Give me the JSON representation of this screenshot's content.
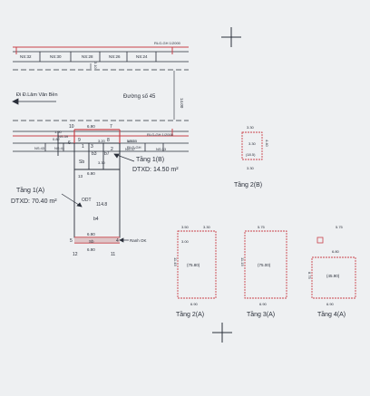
{
  "road_top_labels": [
    "NS:32",
    "NS:30",
    "NS:28",
    "NS:26",
    "NS:24"
  ],
  "rlg_top": "RLG-GH 1/2000",
  "road_width": "14.00",
  "road_side_width": "3.10",
  "street_left": "Đi Đ.Lâm Văn Bền",
  "street_name": "Đường số 45",
  "rlg_mid1": "RLG-GH",
  "rlg_mid2": "RLG-GH 1/2000",
  "row2_labels": [
    "NS:43",
    "NS:41",
    "NS:39",
    "NS:37",
    "NS:35",
    "NS:33"
  ],
  "corner_numbers": {
    "n10": "10",
    "n7": "7",
    "n9": "9",
    "n8": "8",
    "n6": "6",
    "n1": "1",
    "n3": "3",
    "n2": "2",
    "n4": "4",
    "n5": "5",
    "n12": "12",
    "n11": "11",
    "n13": "13"
  },
  "dims": {
    "top_width": "6.90",
    "left_side": "1.00",
    "small_w1": "3.20",
    "small_w2": "3.30",
    "small_left": "0.82",
    "depth_left": "1.00",
    "b7": "b7",
    "b3": "b3",
    "sb": "Sb",
    "mid_width": "6.90",
    "bottom_width": "6.90",
    "odt": "ODT",
    "odt_area": "114.8",
    "b4": "b4",
    "sb2": "Sb"
  },
  "lot_notes": {
    "floor1b": "Tầng 1(B)",
    "dtxd_b": "DTXD: 14.50 m²",
    "floor1a": "Tầng 1(A)",
    "dtxd_a": "DTXD: 70.40 m²",
    "ranh_ok": "Ranh OK"
  },
  "plan_2b": {
    "title": "Tầng 2(B)",
    "top": "3.30",
    "inner": "3.30",
    "area": "(18.5)",
    "bottom": "3.30",
    "side": "4.40"
  },
  "plan_2a": {
    "title": "Tầng 2(A)",
    "top_l": "3.50",
    "top_r": "3.30",
    "inner": "3.00",
    "area": "(75.80)",
    "side": "11.45",
    "bottom": "6.90"
  },
  "plan_3a": {
    "title": "Tầng 3(A)",
    "top": "5.75",
    "area": "(75.00)",
    "side": "11.15",
    "bottom": "6.90"
  },
  "plan_4a": {
    "title": "Tầng 4(A)",
    "top": "5.75",
    "inner": "6.80",
    "area": "(45.90)",
    "side": "8.75",
    "bottom": "6.90"
  }
}
